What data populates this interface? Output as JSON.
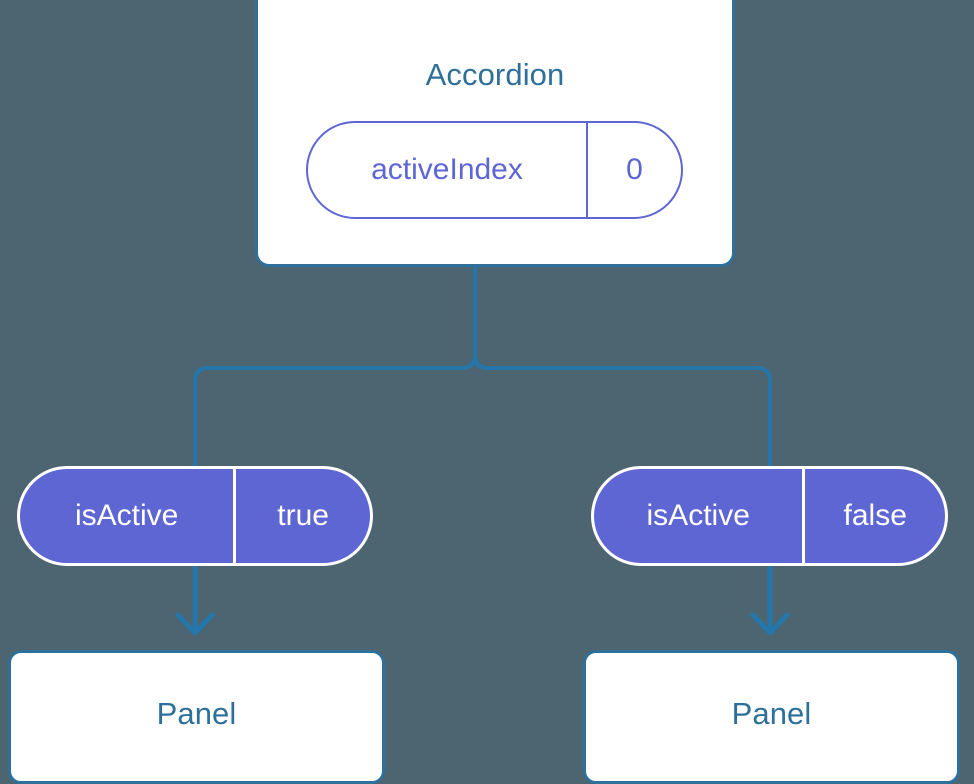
{
  "diagram": {
    "type": "component-tree",
    "background_color": "#4c6570",
    "accent_color": "#2e7099",
    "pill_color": "#5e66d4"
  },
  "root": {
    "title": "Accordion",
    "state": {
      "key": "activeIndex",
      "value": "0"
    }
  },
  "children": [
    {
      "prop": {
        "key": "isActive",
        "value": "true"
      },
      "title": "Panel"
    },
    {
      "prop": {
        "key": "isActive",
        "value": "false"
      },
      "title": "Panel"
    }
  ]
}
